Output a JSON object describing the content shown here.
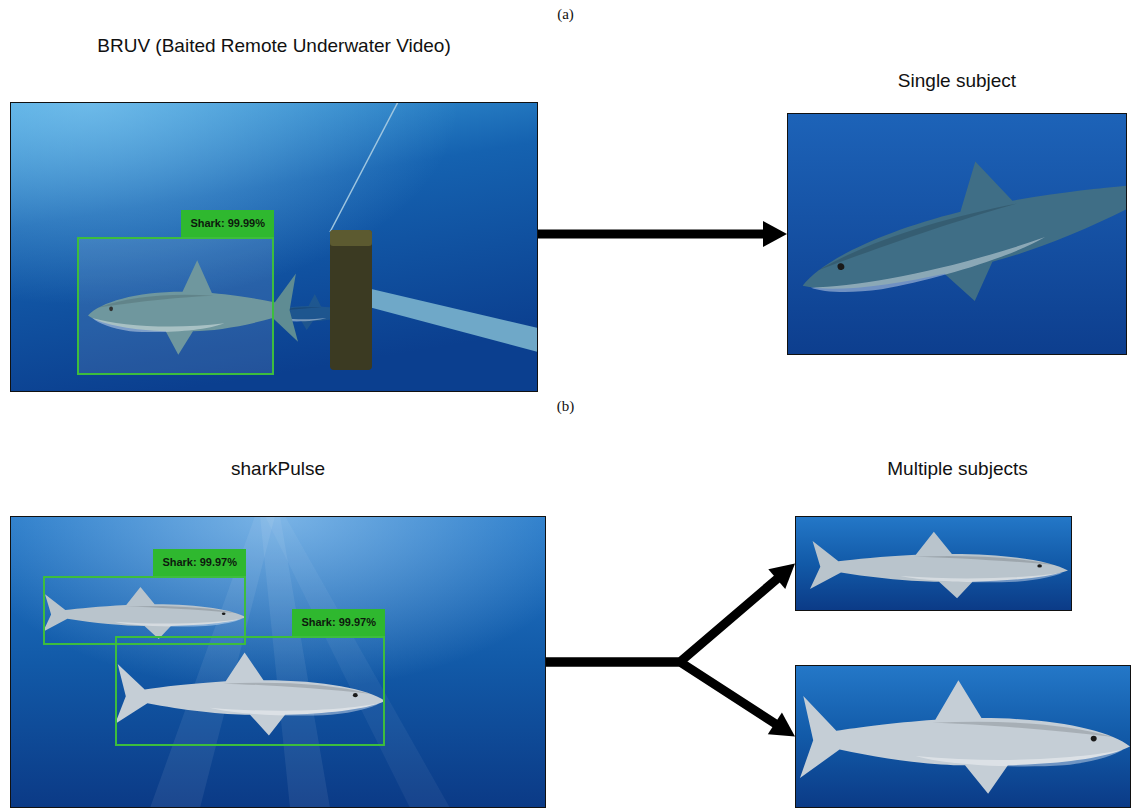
{
  "diagram": {
    "nodes": [
      {
        "text": [
          "BRUV (Baited Remote Underwater Video)"
        ]
      },
      {
        "text": [
          "Shark: 99.99%"
        ],
        "in": 0
      },
      {
        "text": [
          "Single subject"
        ]
      },
      {
        "text": [
          "sharkPulse"
        ]
      },
      {
        "text": [
          "Shark: 99.97%"
        ],
        "in": 3
      },
      {
        "text": [
          "Shark: 99.97%"
        ],
        "in": 3
      },
      {
        "text": [
          "Multiple subjects"
        ]
      },
      {
        "text": []
      }
    ],
    "edges": [
      {
        "from": 0,
        "to": 2,
        "arrow": "to"
      },
      {
        "from": 3,
        "to": 6,
        "arrow": "to"
      },
      {
        "from": 3,
        "to": 7,
        "arrow": "to"
      }
    ],
    "labels": [
      "(a)",
      "(b)"
    ]
  }
}
